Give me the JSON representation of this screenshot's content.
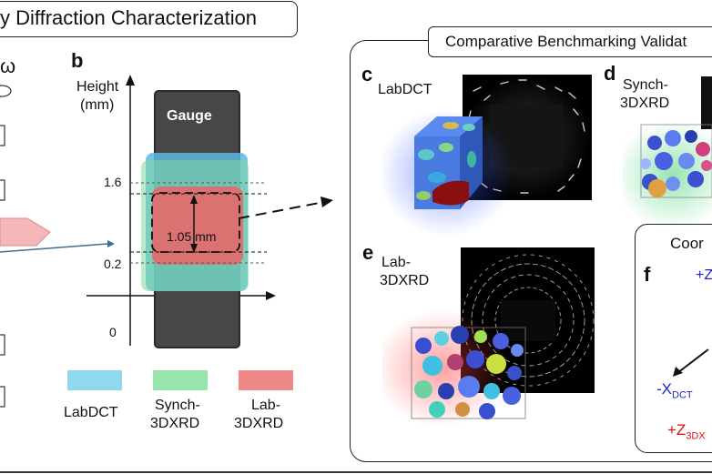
{
  "header": {
    "title": "y Diffraction Characterization"
  },
  "benchmark": {
    "title": "Comparative Benchmarking Validat"
  },
  "panel_b": {
    "letter": "b",
    "y_axis_label_line1": "Height",
    "y_axis_label_line2": "(mm)",
    "gauge_label": "Gauge",
    "ticks": [
      "1.6",
      "0.2",
      "0"
    ],
    "span_label": "1.05 mm"
  },
  "legend": {
    "items": [
      {
        "label": "LabDCT",
        "color": "#7fd3ee"
      },
      {
        "label_line1": "Synch-",
        "label_line2": "3DXRD",
        "color": "#8ee0a6"
      },
      {
        "label_line1": "Lab-",
        "label_line2": "3DXRD",
        "color": "#ee7f7f"
      }
    ]
  },
  "panel_c": {
    "letter": "c",
    "label": "LabDCT"
  },
  "panel_d": {
    "letter": "d",
    "label_line1": "Synch-",
    "label_line2": "3DXRD"
  },
  "panel_e": {
    "letter": "e",
    "label_line1": "Lab-",
    "label_line2": "3DXRD"
  },
  "panel_f": {
    "letter": "f",
    "title": "Coor",
    "z_label": "+Z",
    "x_label": "-X",
    "x_sub": "DCT",
    "z3_label": "+Z",
    "z3_sub": "3DX"
  },
  "left_edge": {
    "omega": "ω"
  },
  "colors": {
    "blue_region": "#5fb8e0",
    "green_region": "#7ed9a0",
    "red_region": "#e36b6b",
    "gauge": "#474747"
  }
}
